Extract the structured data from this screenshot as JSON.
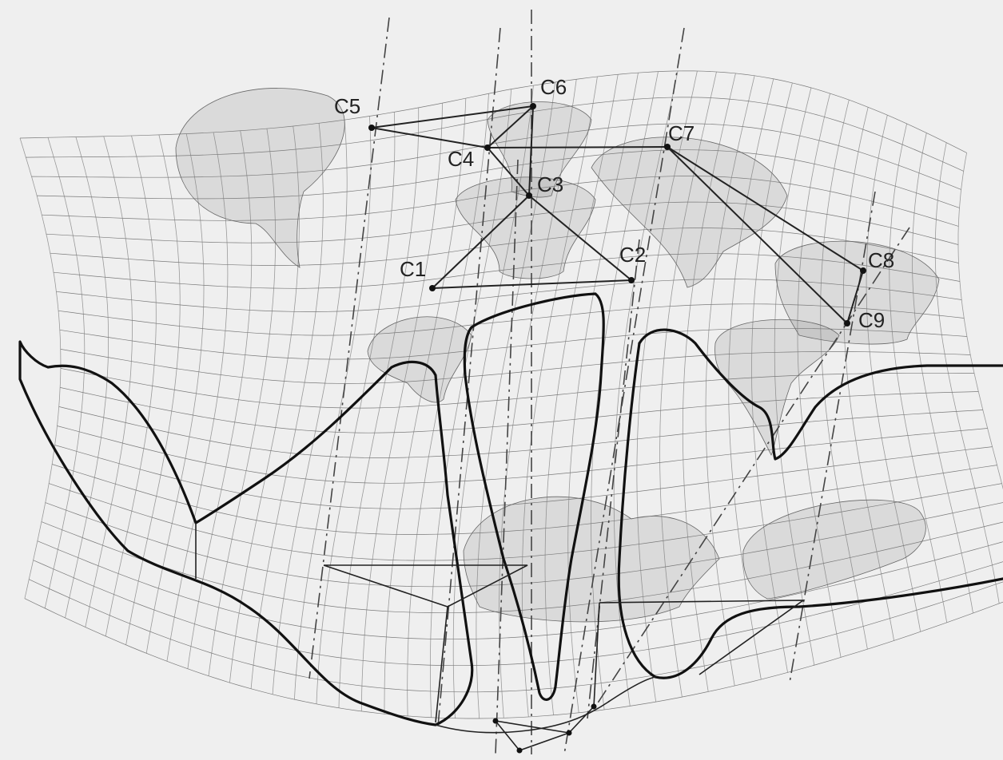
{
  "nodes": [
    {
      "id": "c1",
      "label": "C1"
    },
    {
      "id": "c2",
      "label": "C2"
    },
    {
      "id": "c3",
      "label": "C3"
    },
    {
      "id": "c4",
      "label": "C4"
    },
    {
      "id": "c5",
      "label": "C5"
    },
    {
      "id": "c6",
      "label": "C6"
    },
    {
      "id": "c7",
      "label": "C7"
    },
    {
      "id": "c8",
      "label": "C8"
    },
    {
      "id": "c9",
      "label": "C9"
    }
  ],
  "edges": [
    [
      "c5",
      "c6"
    ],
    [
      "c5",
      "c4"
    ],
    [
      "c4",
      "c6"
    ],
    [
      "c4",
      "c7"
    ],
    [
      "c6",
      "c3"
    ],
    [
      "c4",
      "c3"
    ],
    [
      "c3",
      "c1"
    ],
    [
      "c3",
      "c2"
    ],
    [
      "c1",
      "c2"
    ],
    [
      "c7",
      "c8"
    ],
    [
      "c7",
      "c9"
    ],
    [
      "c8",
      "c9"
    ]
  ]
}
